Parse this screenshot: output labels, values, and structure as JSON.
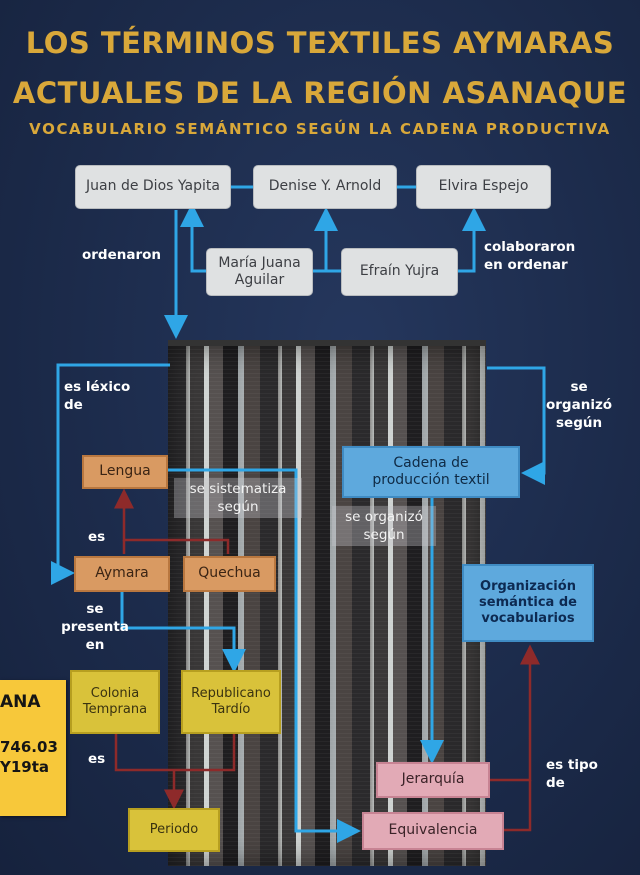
{
  "title": {
    "line1": "LOS TÉRMINOS TEXTILES AYMARAS",
    "line2": "ACTUALES DE LA REGIÓN ASANAQUE",
    "subtitle": "VOCABULARIO SEMÁNTICO SEGÚN LA CADENA PRODUCTIVA"
  },
  "authors": {
    "yapita": "Juan de Dios Yapita",
    "arnold": "Denise Y. Arnold",
    "espejo": "Elvira Espejo"
  },
  "collaborators": {
    "aguilar_line1": "María Juana",
    "aguilar_line2": "Aguilar",
    "yujra": "Efraín Yujra"
  },
  "nodes": {
    "lengua": "Lengua",
    "aymara": "Aymara",
    "quechua": "Quechua",
    "colonia_line1": "Colonia",
    "colonia_line2": "Temprana",
    "republicano_line1": "Republicano",
    "republicano_line2": "Tardío",
    "periodo": "Periodo",
    "cadena_line1": "Cadena de",
    "cadena_line2": "producción textil",
    "organizacion_line1": "Organización",
    "organizacion_line2": "semántica de",
    "organizacion_line3": "vocabularios",
    "jerarquia": "Jerarquía",
    "equivalencia": "Equivalencia"
  },
  "labels": {
    "ordenaron": "ordenaron",
    "colaboraron_line1": "colaboraron",
    "colaboraron_line2": "en ordenar",
    "es_lexico_line1": "es léxico",
    "es_lexico_line2": "de",
    "se_organizo_line1": "se",
    "se_organizo_line2": "organizó",
    "se_organizo_line3": "según",
    "se_sistematiza_line1": "se sistematiza",
    "se_sistematiza_line2": "según",
    "se_organizo2_line1": "se organizó",
    "se_organizo2_line2": "según",
    "es1": "es",
    "se_presenta_line1": "se",
    "se_presenta_line2": "presenta",
    "se_presenta_line3": "en",
    "es2": "es",
    "es_tipo_line1": "es tipo",
    "es_tipo_line2": "de"
  },
  "sticker": {
    "line1": "ANA",
    "line2": "746.03",
    "line3": "Y19ta"
  },
  "colors": {
    "background": "#1b2a4a",
    "title": "#d9a83a",
    "arrow_blue": "#2fa6e6",
    "arrow_red": "#8e2a2a"
  }
}
